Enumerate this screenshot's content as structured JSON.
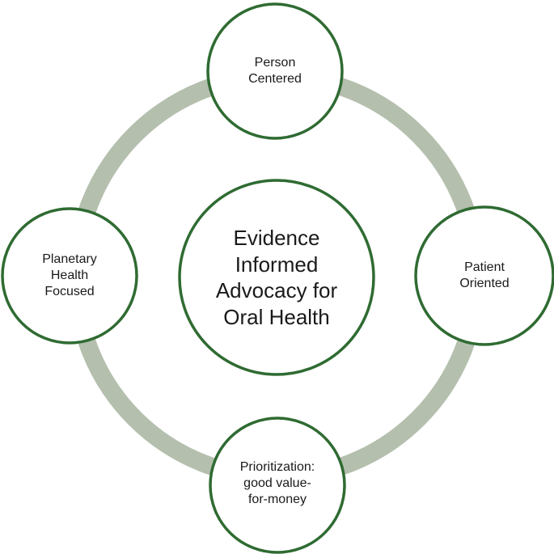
{
  "diagram": {
    "center": {
      "label": "Evidence\nInformed\nAdvocacy for\nOral Health"
    },
    "nodes": {
      "top": {
        "label": "Person\nCentered"
      },
      "right": {
        "label": "Patient\nOriented"
      },
      "bottom": {
        "label": "Prioritization:\ngood value-\nfor-money"
      },
      "left": {
        "label": "Planetary\nHealth\nFocused"
      }
    },
    "colors": {
      "ring": "#b4bfae",
      "circle_stroke": "#2f6b32",
      "circle_fill": "#ffffff",
      "text": "#1a1a1a"
    }
  }
}
